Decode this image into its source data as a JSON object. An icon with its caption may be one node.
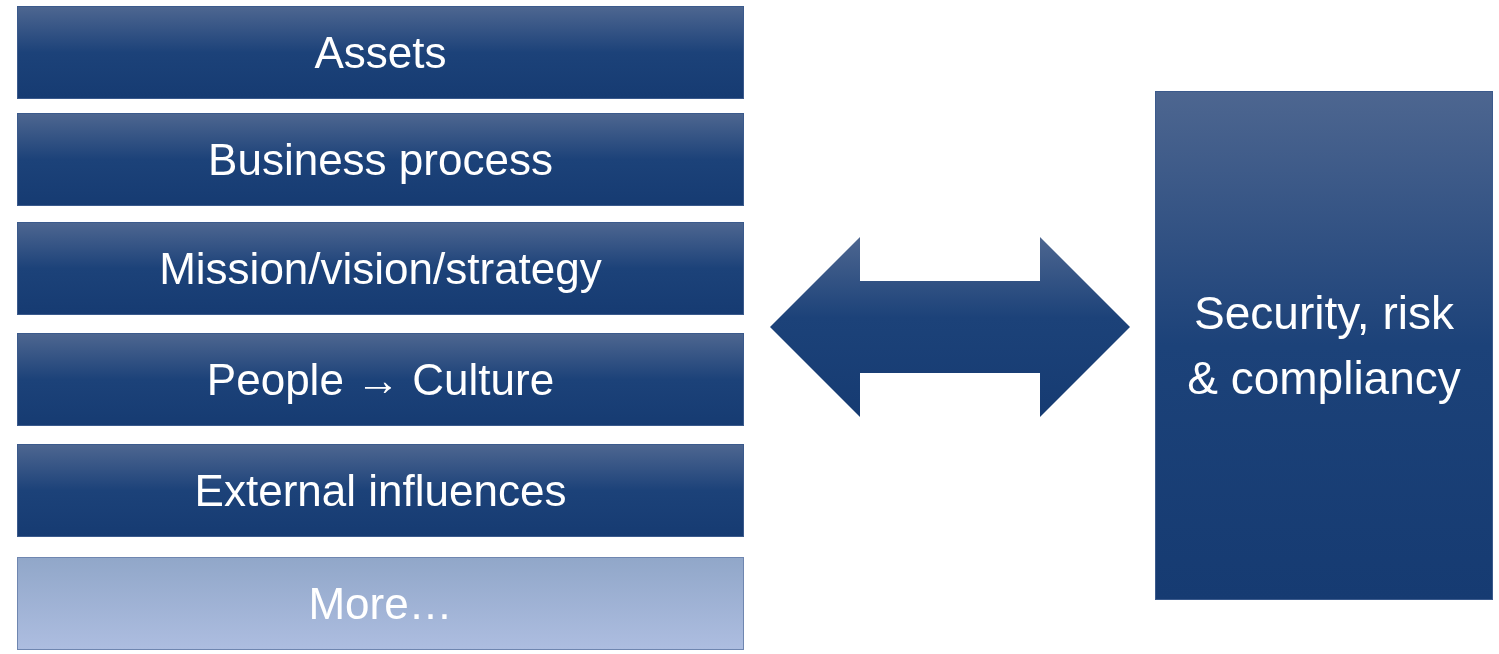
{
  "diagram": {
    "nodes": [
      {
        "text": [
          "Assets"
        ]
      },
      {
        "text": [
          "Business process"
        ]
      },
      {
        "text": [
          "Mission/vision/strategy"
        ]
      },
      {
        "text": [
          "People → Culture"
        ]
      },
      {
        "text": [
          "External influences"
        ]
      },
      {
        "text": [
          "More…"
        ]
      },
      {
        "text": [
          "Security, risk & compliancy"
        ]
      }
    ],
    "edges": [
      {
        "from": 2,
        "to": 6,
        "arrow": "both"
      }
    ]
  }
}
